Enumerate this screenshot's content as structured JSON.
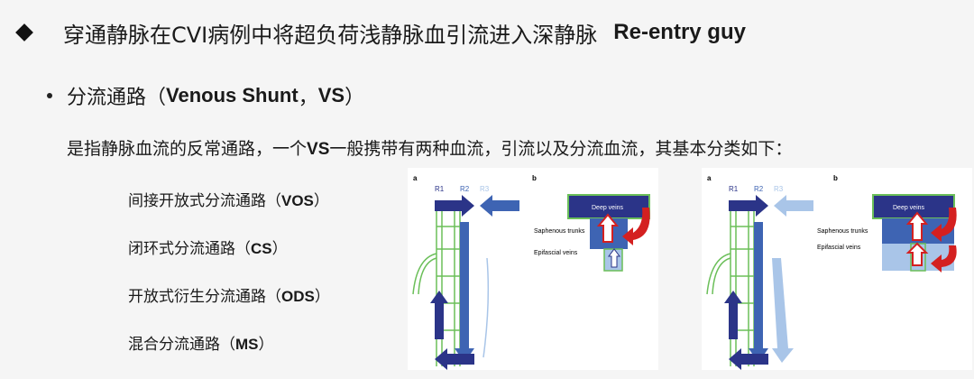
{
  "heading": {
    "text": "穿通静脉在CVI病例中将超负荷浅静脉血引流进入深静脉",
    "english": "Re-entry guy"
  },
  "bullet": {
    "prefix": "分流通路（",
    "bold": "Venous Shunt",
    "middle": "，",
    "bold2": "VS",
    "suffix": "）"
  },
  "definition": {
    "part1": "是指静脉血流的反常通路，一个",
    "bold": "VS",
    "part2": "一般携带有两种血流，引流以及分流血流，其基本分类如下："
  },
  "types": [
    {
      "name": "间接开放式分流通路（",
      "abbr": "VOS",
      "end": "）"
    },
    {
      "name": "闭环式分流通路（",
      "abbr": "CS",
      "end": "）"
    },
    {
      "name": "开放式衍生分流通路（",
      "abbr": "ODS",
      "end": "）"
    },
    {
      "name": "混合分流通路（",
      "abbr": "MS",
      "end": "）"
    }
  ],
  "figures": [
    {
      "panel_a": "a",
      "panel_b": "b",
      "r1": "R1",
      "r2": "R2",
      "r3": "R3",
      "deep": "Deep veins",
      "saphenous": "Saphenous trunks",
      "epifascial": "Epifascial veins"
    },
    {
      "panel_a": "a",
      "panel_b": "b",
      "r1": "R1",
      "r2": "R2",
      "r3": "R3",
      "deep": "Deep veins",
      "saphenous": "Saphenous trunks",
      "epifascial": "Epifascial veins"
    }
  ],
  "colors": {
    "navy": "#2b3488",
    "blue": "#3e64b3",
    "light_blue": "#a9c5e8",
    "green": "#6bbf59",
    "red": "#d42020"
  }
}
